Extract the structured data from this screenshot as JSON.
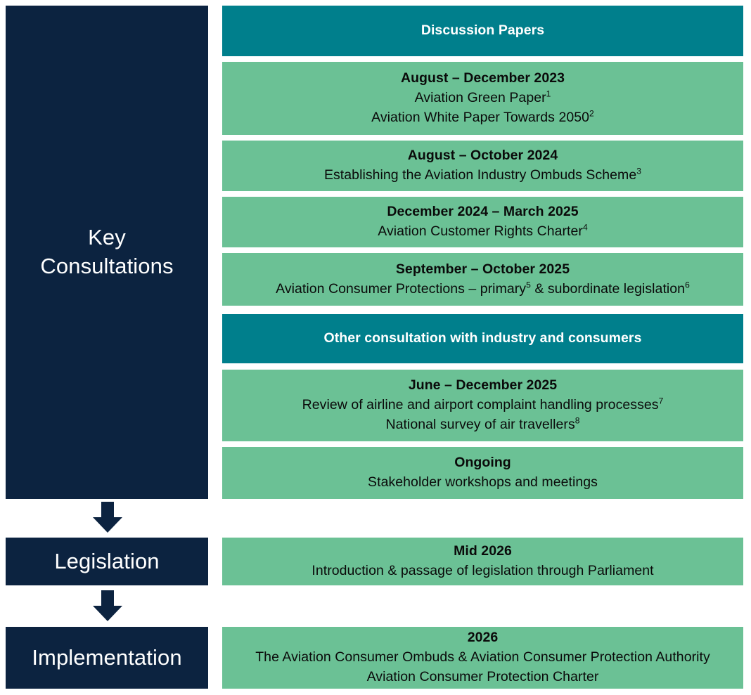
{
  "stages": [
    {
      "id": "key-consultations",
      "label": "Key\nConsultations"
    },
    {
      "id": "legislation",
      "label": "Legislation"
    },
    {
      "id": "implementation",
      "label": "Implementation"
    }
  ],
  "colors": {
    "navy": "#0C2340",
    "teal": "#007F8C",
    "green": "#6BC195",
    "white": "#FFFFFF",
    "text_dark": "#0A0A0A"
  },
  "panels": {
    "discussion_papers_header": "Discussion Papers",
    "other_consultation_header": "Other consultation with industry and consumers",
    "p1": {
      "title": "August – December 2023",
      "line1": "Aviation Green Paper",
      "line1_note": "1",
      "line2": "Aviation White Paper Towards 2050",
      "line2_note": "2"
    },
    "p2": {
      "title": "August – October 2024",
      "line1": "Establishing the Aviation Industry Ombuds Scheme",
      "line1_note": "3"
    },
    "p3": {
      "title": "December 2024 – March 2025",
      "line1": "Aviation Customer Rights Charter",
      "line1_note": "4"
    },
    "p4": {
      "title": "September – October 2025",
      "line1_a": "Aviation Consumer Protections – primary",
      "line1_note_a": "5",
      "line1_b": " & subordinate legislation",
      "line1_note_b": "6"
    },
    "p5": {
      "title": "June – December 2025",
      "line1": "Review of airline and airport complaint handling processes",
      "line1_note": "7",
      "line2": "National survey of air travellers",
      "line2_note": "8"
    },
    "p6": {
      "title": "Ongoing",
      "line1": "Stakeholder workshops and meetings"
    },
    "p7": {
      "title": "Mid 2026",
      "line1": "Introduction & passage of legislation through Parliament"
    },
    "p8": {
      "title": "2026",
      "line1": "The Aviation Consumer Ombuds & Aviation Consumer Protection Authority",
      "line2": "Aviation Consumer Protection Charter"
    }
  },
  "icons": {
    "arrow_down": "arrow-down-icon"
  }
}
